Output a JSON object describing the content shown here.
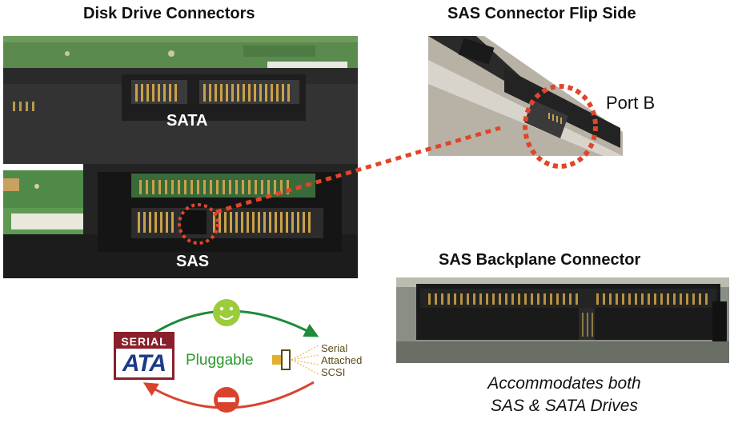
{
  "titles": {
    "left": "Disk Drive Connectors",
    "top_right": "SAS Connector Flip Side",
    "bottom_right": "SAS Backplane Connector"
  },
  "photo_labels": {
    "sata": "SATA",
    "sas": "SAS",
    "port_b": "Port B"
  },
  "caption": {
    "line1": "Accommodates both",
    "line2": "SAS & SATA Drives"
  },
  "diagram": {
    "center_label": "Pluggable",
    "sata_logo_top": "SERIAL",
    "sata_logo_mark": "ATA",
    "sas_logo_lines": [
      "Serial",
      "Attached",
      "SCSI"
    ]
  },
  "colors": {
    "dotted_callout": "#e0452a",
    "arrow_green": "#1f8a3a",
    "arrow_red": "#d9432e",
    "smiley": "#9ccc3c",
    "no_sign": "#d9432e"
  },
  "icons": {
    "happy": "smiley-face-icon",
    "forbidden": "no-entry-icon"
  }
}
